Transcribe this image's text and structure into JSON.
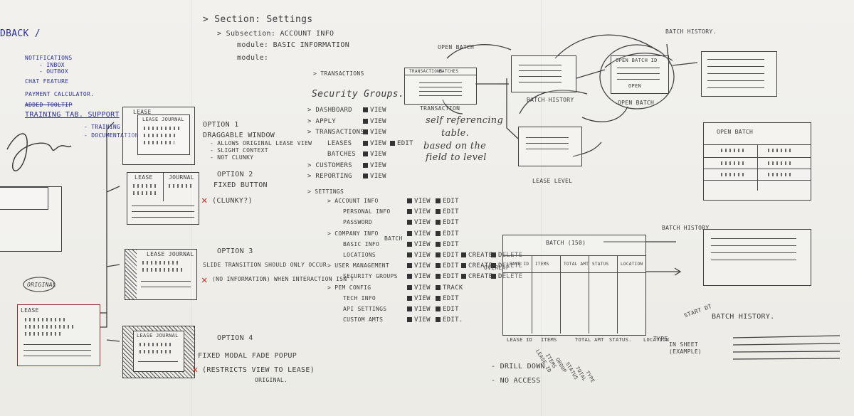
{
  "notes": {
    "feedback": "DBACK /",
    "bullets": [
      "NOTIFICATIONS",
      "- INBOX",
      "- OUTBOX",
      "CHAT FEATURE",
      "PAYMENT CALCULATOR.",
      "ADDED TOOLTIP",
      "TRAINING TAB. SUPPORT",
      "- TRAINING",
      "- DOCUMENTATION"
    ],
    "original_label": "ORIGINAL"
  },
  "options": {
    "opt1": {
      "label": "OPTION 1",
      "desc1": "DRAGGABLE WINDOW",
      "desc2": "- ALLOWS ORIGINAL LEASE VIEW",
      "desc3": "- SLIGHT CONTEXT",
      "desc4": "- NOT CLUNKY",
      "box_title": "LEASE",
      "box_sub": "LEASE JOURNAL"
    },
    "opt2": {
      "label": "OPTION 2",
      "desc1": "FIXED BUTTON",
      "desc2": "(CLUNKY?)",
      "box_left": "LEASE",
      "box_right": "JOURNAL"
    },
    "opt3": {
      "label": "OPTION 3",
      "desc1": "SLIDE TRANSITION SHOULD ONLY OCCUR",
      "desc2": "(NO INFORMATION) WHEN INTERACTION ISN'T",
      "box_title": "LEASE JOURNAL"
    },
    "opt4": {
      "label": "OPTION 4",
      "desc1": "FIXED MODAL FADE POPUP",
      "desc2": "(RESTRICTS VIEW TO LEASE)",
      "desc3": "ORIGINAL.",
      "box_title": "LEASE JOURNAL"
    }
  },
  "settings": {
    "section": "> Section: Settings",
    "subsection": "> Subsection: ACCOUNT INFO",
    "module": "module: BASIC INFORMATION",
    "module2": "module:",
    "transactions": "> TRANSACTIONS",
    "security_groups": "Security Groups.",
    "perms": [
      {
        "name": "> DASHBOARD",
        "view": "VIEW"
      },
      {
        "name": "> APPLY",
        "view": "VIEW"
      },
      {
        "name": "> TRANSACTIONS",
        "view": "VIEW"
      },
      {
        "name": "LEASES",
        "view": "VIEW",
        "edit": "EDIT"
      },
      {
        "name": "BATCHES",
        "view": "VIEW"
      },
      {
        "name": "> CUSTOMERS",
        "view": "VIEW"
      },
      {
        "name": "> REPORTING",
        "view": "VIEW"
      }
    ],
    "settings_label": "> SETTINGS",
    "sub_perms": [
      {
        "name": "> ACCOUNT INFO",
        "view": "VIEW",
        "edit": "EDIT"
      },
      {
        "name": "PERSONAL INFO",
        "view": "VIEW",
        "edit": "EDIT"
      },
      {
        "name": "PASSWORD",
        "view": "VIEW",
        "edit": "EDIT"
      },
      {
        "name": "> COMPANY INFO",
        "view": "VIEW",
        "edit": "EDIT"
      },
      {
        "name": "BASIC INFO",
        "view": "VIEW",
        "edit": "EDIT"
      },
      {
        "name": "LOCATIONS",
        "view": "VIEW",
        "edit": "EDIT",
        "extra": "CREATE",
        "extra2": "DELETE"
      },
      {
        "name": "> USER MANAGEMENT",
        "view": "VIEW",
        "edit": "EDIT",
        "extra": "CREATE",
        "extra2": "DELETE"
      },
      {
        "name": "SECURITY GROUPS",
        "view": "VIEW",
        "edit": "EDIT",
        "extra": "CREATE",
        "extra2": "DELETE"
      },
      {
        "name": "> PEM CONFIG",
        "view": "VIEW",
        "edit": "TRACK"
      },
      {
        "name": "TECH INFO",
        "view": "VIEW",
        "edit": "EDIT"
      },
      {
        "name": "API SETTINGS",
        "view": "VIEW",
        "edit": "EDIT"
      },
      {
        "name": "CUSTOM AMTS",
        "view": "VIEW",
        "edit": "EDIT."
      }
    ],
    "batch_label": "BATCH",
    "overlap_label": "OVERLAP",
    "transaction_caption": "TRANSACTION",
    "self_ref": "self referencing",
    "table": "table.",
    "based": "based on the",
    "field": "field to level"
  },
  "flow": {
    "open_batch": "OPEN BATCH",
    "batch_history": "BATCH HISTORY.",
    "batch_history2": "BATCH HISTORY",
    "open_batch_id": "OPEN BATCH ID",
    "open": "OPEN",
    "open_batch2": "OPEN BATCH",
    "lease_level": "LEASE LEVEL",
    "transaction_col": "TRANSACTIONS",
    "batches_col": "BATCHES",
    "open_batch_table": "OPEN BATCH"
  },
  "batch": {
    "title": "BATCH (150)",
    "batch_history_label": "BATCH HISTORY",
    "cols": [
      "LEASE ID",
      "ITEMS",
      "TOTAL AMT",
      "STATUS",
      "LOCATION"
    ],
    "footer": [
      "LEASE ID",
      "ITEMS",
      "TOTAL AMT",
      "STATUS.",
      "LOCATION"
    ],
    "batch_history_bottom": "BATCH HISTORY.",
    "start_dt": "START DT",
    "type": "TYPE",
    "in_sheet": "IN SHEET",
    "examples": "(EXAMPLE)",
    "drill": "- DRILL DOWN",
    "no_access": "- NO ACCESS",
    "vertical": [
      "LEASE ID",
      "ITEMS",
      "GROUP",
      "STATUS",
      "TOTAL",
      "TYPE"
    ]
  }
}
